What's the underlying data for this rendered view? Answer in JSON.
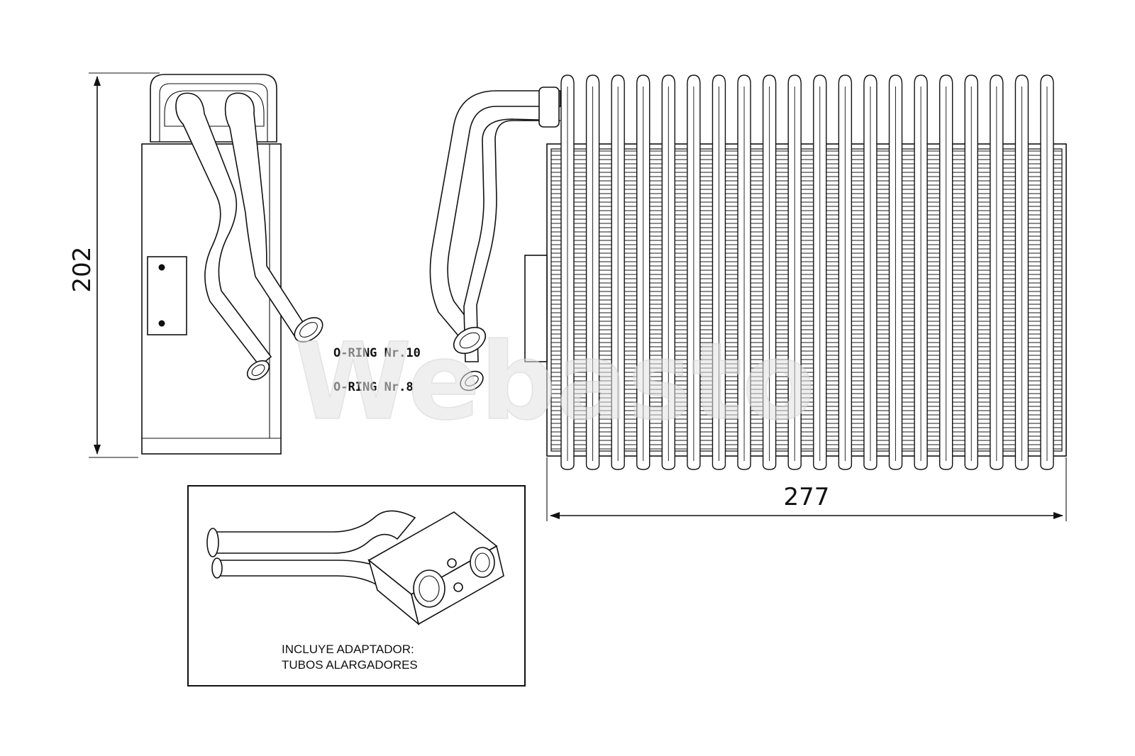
{
  "dimensions": {
    "height_label": "202",
    "width_label": "277"
  },
  "oring_labels": {
    "large": "O-RING Nr.10",
    "small": "O-RING Nr.8"
  },
  "inset_note": {
    "line1": "INCLUYE ADAPTADOR:",
    "line2": "TUBOS ALARGADORES"
  },
  "watermark": {
    "text": "Webasto"
  },
  "colors": {
    "line": "#111111",
    "fin_shade": "#9a9a9a",
    "watermark": "#e2e2e2"
  }
}
